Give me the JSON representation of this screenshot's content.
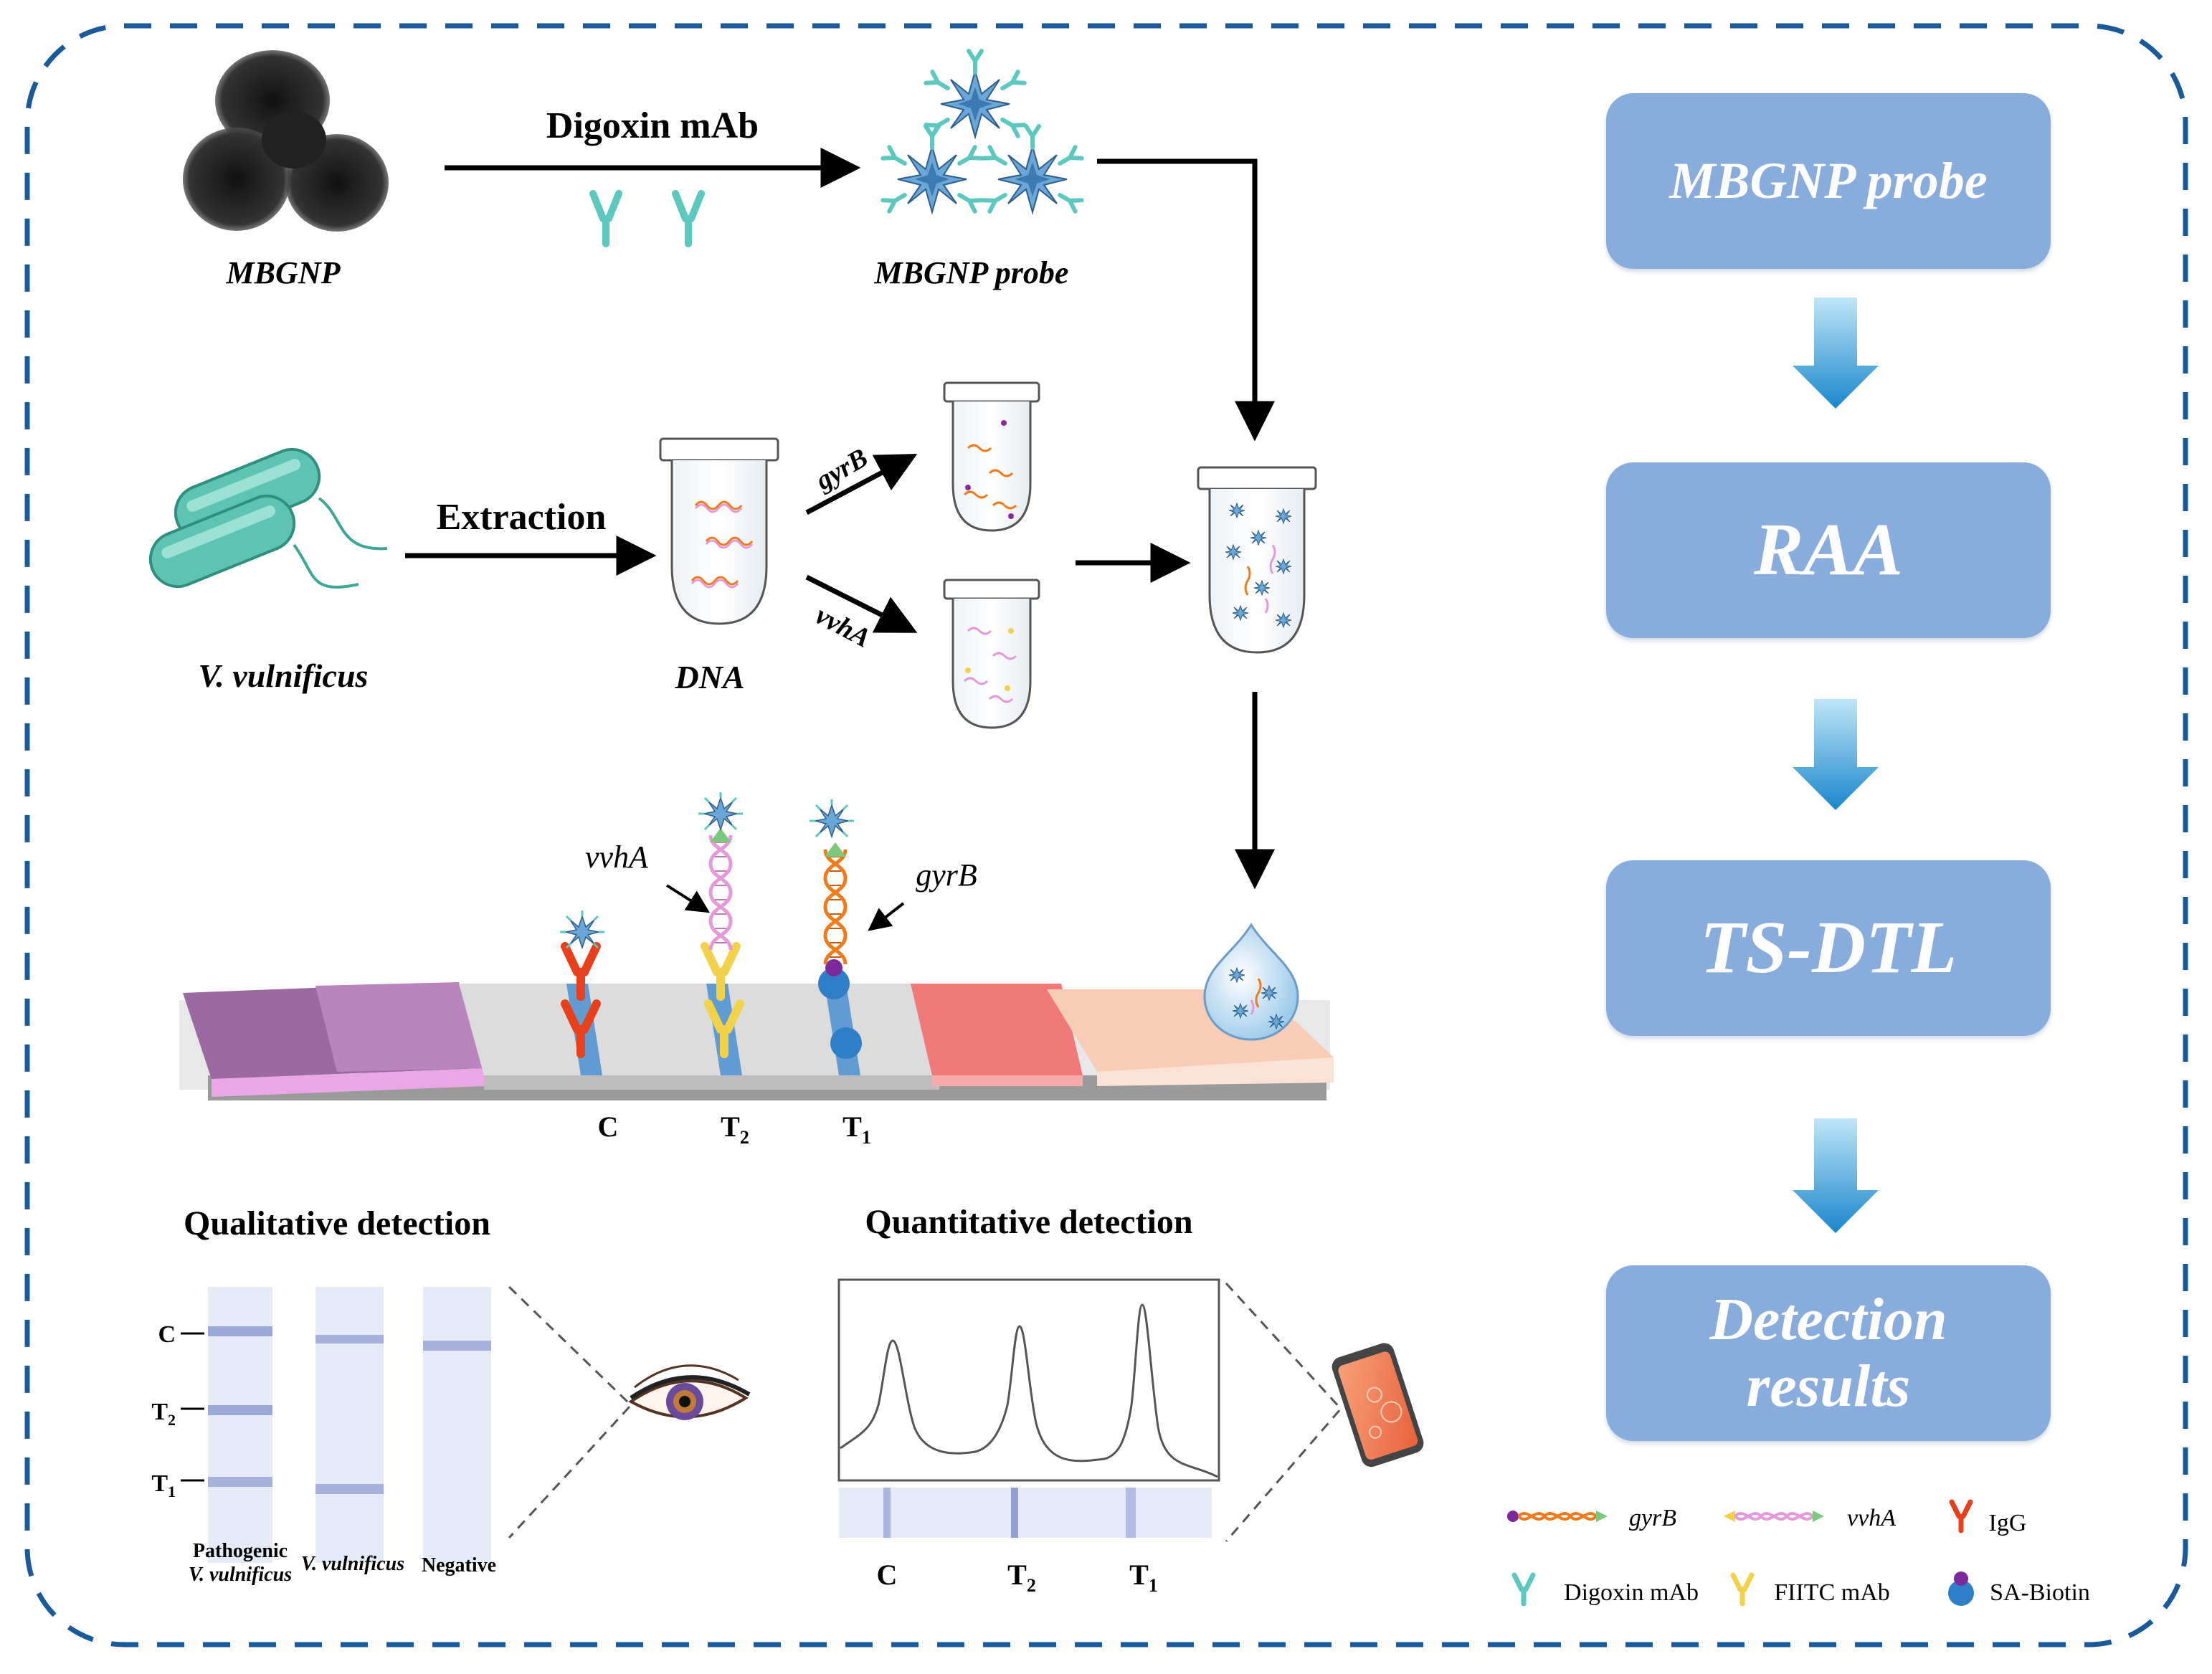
{
  "synthesis": {
    "mbgnp_label": "MBGNP",
    "antibody_label": "Digoxin mAb",
    "probe_label": "MBGNP probe"
  },
  "extraction": {
    "bacteria_label": "V. vulnificus",
    "extraction_label": "Extraction",
    "dna_label": "DNA",
    "gene1_label": "gyrB",
    "gene2_label": "vvhA"
  },
  "strip": {
    "vvhA_label": "vvhA",
    "gyrB_label": "gyrB",
    "line_c": "C",
    "line_t2": "T",
    "line_t2_sub": "2",
    "line_t1": "T",
    "line_t1_sub": "1"
  },
  "qualitative": {
    "title": "Qualitative detection",
    "c_label": "C",
    "t2_label": "T",
    "t2_sub": "2",
    "t1_label": "T",
    "t1_sub": "1",
    "strip1_line1": "Pathogenic",
    "strip1_line2": "V. vulnificus",
    "strip2_label": "V. vulnificus",
    "strip3_label": "Negative"
  },
  "quantitative": {
    "title": "Quantitative detection",
    "c_label": "C",
    "t2_label": "T",
    "t2_sub": "2",
    "t1_label": "T",
    "t1_sub": "1"
  },
  "workflow": {
    "steps": [
      "MBGNP probe",
      "RAA",
      "TS-DTL"
    ],
    "final_line1": "Detection",
    "final_line2": "results"
  },
  "legend": {
    "gyrB": "gyrB",
    "vvhA": "vvhA",
    "igg": "IgG",
    "digoxin": "Digoxin mAb",
    "fitc": "FIITC mAb",
    "sa_biotin": "SA-Biotin"
  },
  "colors": {
    "frame": "#1a5a9a",
    "box": "#88acdc",
    "arrow_blue": "#2a8fd0",
    "digoxin_mab": "#5cc8c0",
    "fitc_mab": "#f2d24a",
    "igg": "#e8401c",
    "sa_biotin": "#2f7fc8",
    "gyrB": "#f07a1c",
    "vvhA": "#e49ad8",
    "star": "#6aa6d8"
  }
}
